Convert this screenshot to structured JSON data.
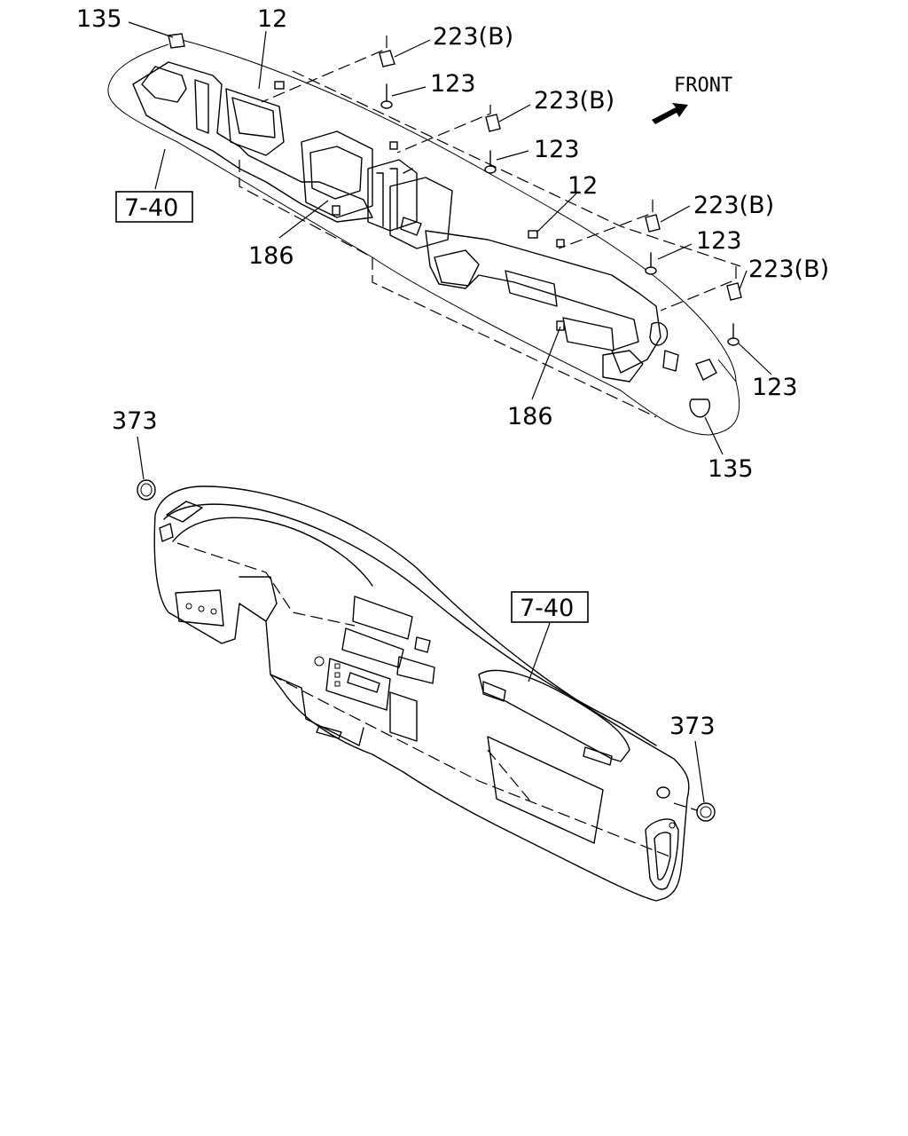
{
  "front_label": "FRONT",
  "callouts": {
    "duct_end_left": "135",
    "bracket_left": "12",
    "nut_1": "223(B)",
    "screw_1": "123",
    "nut_2": "223(B)",
    "screw_2": "123",
    "bracket_right": "12",
    "nut_3": "223(B)",
    "screw_3": "123",
    "nut_4": "223(B)",
    "screw_4": "123",
    "ref_top": "7-40",
    "duct_left": "186",
    "duct_right": "186",
    "duct_end_right": "135",
    "cap_left": "373",
    "ref_bottom": "7-40",
    "cap_right": "373"
  },
  "icons": {
    "front_arrow": "arrow-up-right-icon"
  }
}
